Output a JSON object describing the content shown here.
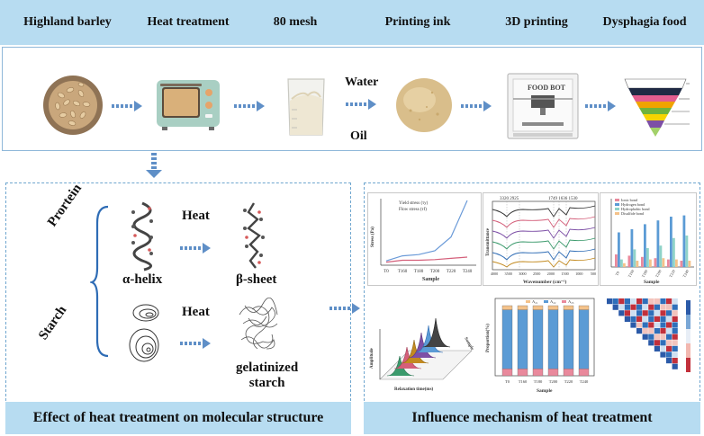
{
  "process": {
    "steps": [
      "Highland barley",
      "Heat treatment",
      "80 mesh",
      "Printing ink",
      "3D printing",
      "Dysphagia food"
    ],
    "ink_inputs": [
      "Water",
      "Oil"
    ]
  },
  "molecular": {
    "protein_label": "Prortein",
    "starch_label": "Starch",
    "heat_label_1": "Heat",
    "heat_label_2": "Heat",
    "alpha_label": "α-helix",
    "beta_label": "β-sheet",
    "gelatinized_label": "gelatinized\nstarch",
    "caption": "Effect of heat treatment on molecular structure"
  },
  "mechanism": {
    "caption": "Influence mechanism of heat treatment",
    "charts": {
      "stress": {
        "xlabel": "Sample",
        "ylabel": "Stress (Pa)",
        "categories": [
          "T0",
          "T160",
          "T180",
          "T200",
          "T220",
          "T240"
        ],
        "legend": [
          "Yield stress (τy)",
          "Flow stress (τf)"
        ]
      },
      "ftir": {
        "xlabel": "Wavenumber (cm⁻¹)",
        "ylabel": "Transmittance",
        "peaks_left": "3320 2925",
        "peaks_right": "1749 1636 1530",
        "ticks": [
          "4000",
          "3500",
          "3000",
          "2500",
          "2000",
          "1500",
          "1000",
          "500"
        ]
      },
      "bonds": {
        "xlabel": "Sample",
        "legend": [
          "Ionic bond",
          "Hydrogen bond",
          "Hydrophobic bond",
          "Disulfide bond"
        ],
        "categories": [
          "T0",
          "T160",
          "T180",
          "T200",
          "T220",
          "T240"
        ]
      },
      "relaxation": {
        "xlabel": "Relaxation time(ms)",
        "ylabel": "Amplitude",
        "zlabel": "Sample"
      },
      "proportion": {
        "xlabel": "Sample",
        "ylabel": "Proportion(%)",
        "legend": [
          "A₂₁",
          "A₂₂",
          "A₂₃"
        ],
        "categories": [
          "T0",
          "T160",
          "T180",
          "T200",
          "T220",
          "T240"
        ]
      }
    }
  },
  "colors": {
    "bar_blue": "#b7dcf1",
    "panel_border": "#6fa6cf",
    "arrow_blue": "#5f8fc7",
    "brace_blue": "#2e6cb5"
  }
}
